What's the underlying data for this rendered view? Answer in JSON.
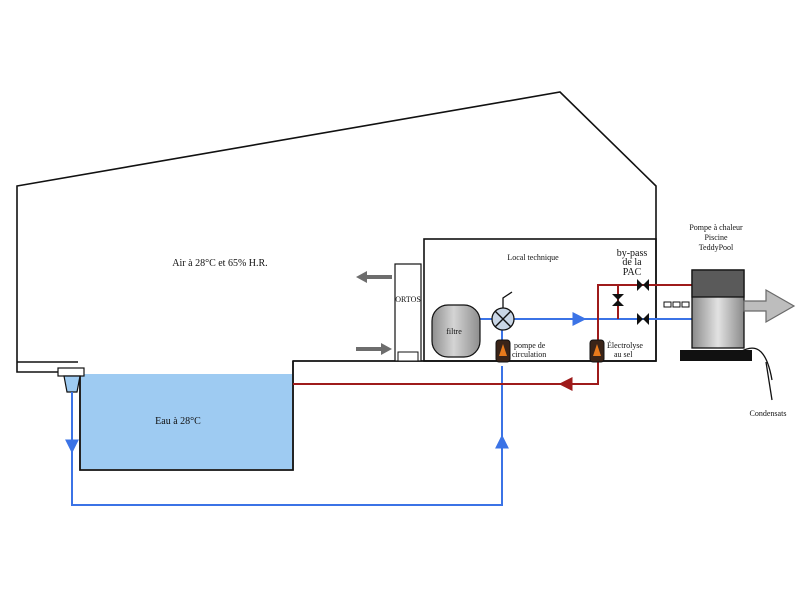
{
  "labels": {
    "air": "Air à 28°C et 65% H.R.",
    "local_technique": "Local technique",
    "bypass_line1": "by-pass",
    "bypass_line2": "de la",
    "bypass_line3": "PAC",
    "heat_pump_line1": "Pompe à chaleur",
    "heat_pump_line2": "Piscine",
    "heat_pump_line3": "TeddyPool",
    "ortos": "ORTOS",
    "filtre": "filtre",
    "pump_line1": "pompe de",
    "pump_line2": "circulation",
    "electrolyse_line1": "Électrolyse",
    "electrolyse_line2": "au sel",
    "water": "Eau à 28°C",
    "condensats": "Condensats"
  },
  "colors": {
    "outline": "#111111",
    "water_fill": "#9ecbf2",
    "cold_pipe": "#3b73e6",
    "hot_pipe": "#9e1b1b",
    "equipment_gray": "#b5b5b5",
    "equipment_dark": "#7a7a7a",
    "pump_body": "#3a2418",
    "pump_accent": "#e87a1c",
    "valve_fill": "#111111"
  },
  "icons": {
    "dehumidifier": "ortos-dehumidifier-icon",
    "filter": "sand-filter-icon",
    "pump": "circulation-pump-icon",
    "electrolyser": "salt-electrolyser-icon",
    "three_way_valve": "three-way-valve-icon",
    "valves": "butterfly-valve-icon",
    "heat_pump": "heat-pump-icon",
    "skimmer": "skimmer-icon",
    "air_arrows": "air-flow-arrow-icon",
    "exhaust_arrow": "exhaust-arrow-icon"
  }
}
